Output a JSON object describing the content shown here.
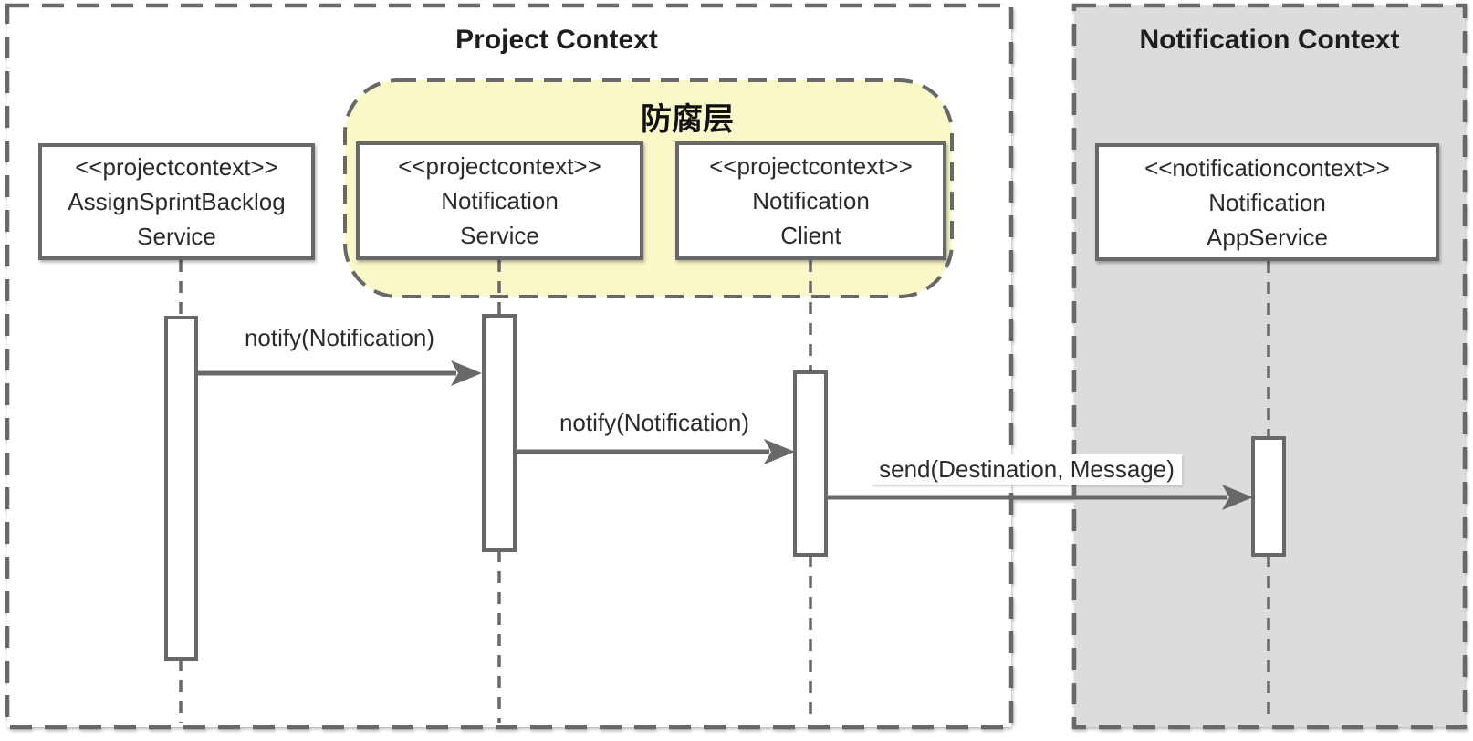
{
  "diagram_type": "uml-sequence-diagram",
  "colors": {
    "line": "#686868",
    "text": "#2b2b2b",
    "notification_context_fill": "#dcdcdc",
    "acl_fill": "#faf8c8",
    "participant_fill": "#ffffff",
    "page_background": "#ffffff"
  },
  "contexts": [
    {
      "title": "Project Context"
    },
    {
      "title": "Notification Context"
    }
  ],
  "acl_group": {
    "title": "防腐层"
  },
  "participants": [
    {
      "lines": [
        "<<projectcontext>>",
        "AssignSprintBacklog",
        "Service"
      ]
    },
    {
      "lines": [
        "<<projectcontext>>",
        "Notification",
        "Service"
      ]
    },
    {
      "lines": [
        "<<projectcontext>>",
        "Notification",
        "Client"
      ]
    },
    {
      "lines": [
        "<<notificationcontext>>",
        "Notification",
        "AppService"
      ]
    }
  ],
  "messages": [
    {
      "label": "notify(Notification)"
    },
    {
      "label": "notify(Notification)"
    },
    {
      "label": "send(Destination, Message)"
    }
  ]
}
